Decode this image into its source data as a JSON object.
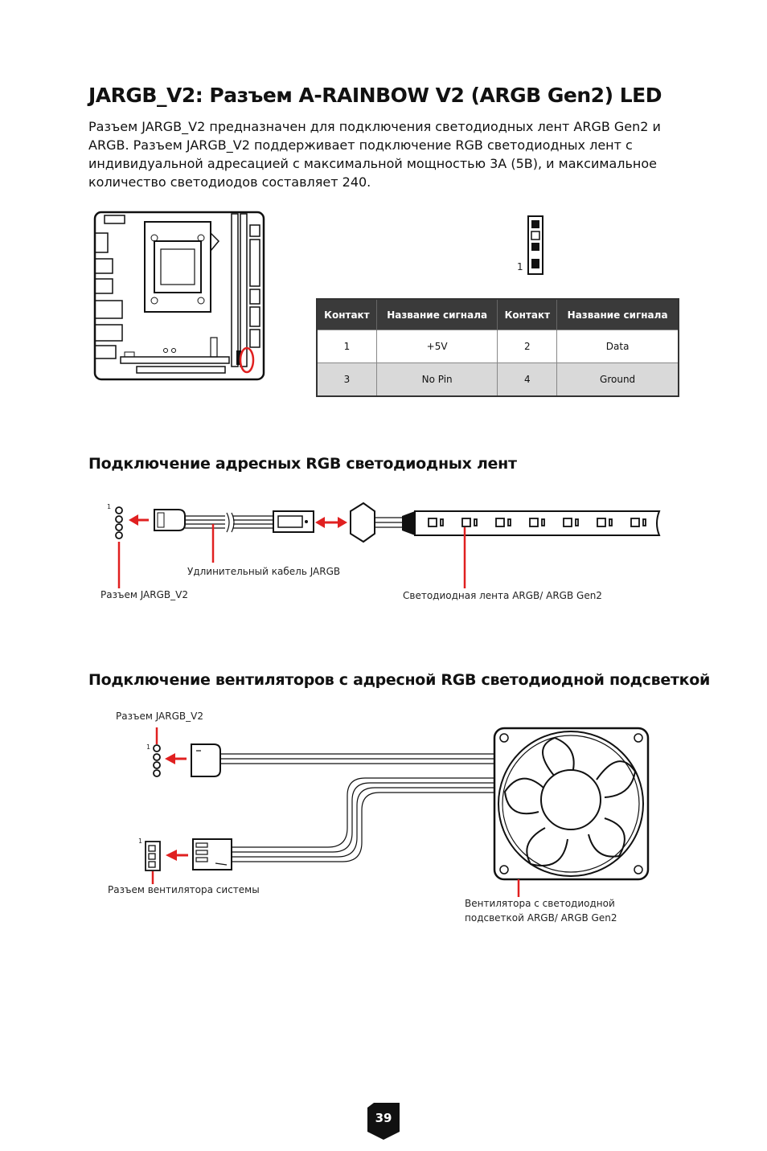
{
  "title": "JARGB_V2: Разъем A-RAINBOW V2 (ARGB Gen2) LED",
  "intro": "Разъем JARGB_V2 предназначен для подключения светодиодных лент ARGB Gen2 и ARGB. Разъем JARGB_V2 поддерживает подключение RGB светодиодных лент с индивидуальной адресацией с максимальной мощностью 3A (5В), и максимальное количество светодиодов составляет 240.",
  "header_pin_label": "1",
  "pin_table": {
    "headers": [
      "Контакт",
      "Название сигнала",
      "Контакт",
      "Название сигнала"
    ],
    "rows": [
      [
        "1",
        "+5V",
        "2",
        "Data"
      ],
      [
        "3",
        "No Pin",
        "4",
        "Ground"
      ]
    ]
  },
  "section1": {
    "heading": "Подключение адресных RGB светодиодных лент",
    "pin_label": "1",
    "cable_label": "Удлинительный кабель JARGB",
    "connector_label": "Разъем JARGB_V2",
    "strip_label": "Светодиодная лента ARGB/ ARGB Gen2"
  },
  "section2": {
    "heading": "Подключение вентиляторов с адресной RGB светодиодной подсветкой",
    "connector_label": "Разъем JARGB_V2",
    "pin_label_top": "1",
    "pin_label_bottom": "1",
    "fan_connector_label": "Разъем вентилятора системы",
    "fan_label_line1": "Вентилятора с светодиодной",
    "fan_label_line2": "подсветкой ARGB/ ARGB Gen2"
  },
  "page_number": "39",
  "colors": {
    "accent_red": "#e02020",
    "table_header": "#3a3a3a",
    "table_shade": "#d9d9d9"
  }
}
